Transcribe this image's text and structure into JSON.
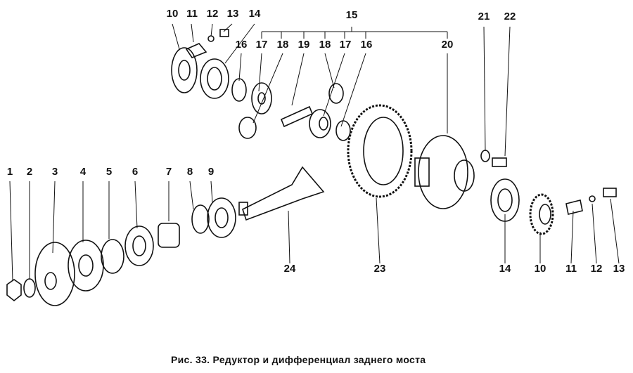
{
  "caption": "Рис. 33. Редуктор и дифференциал заднего моста",
  "labels": {
    "top": [
      "10",
      "11",
      "12",
      "13",
      "14",
      "15",
      "16",
      "17",
      "18",
      "19",
      "18",
      "17",
      "16",
      "20",
      "21",
      "22"
    ],
    "left": [
      "1",
      "2",
      "3",
      "4",
      "5",
      "6",
      "7",
      "8",
      "9"
    ],
    "bottom": [
      "24",
      "23",
      "14",
      "10",
      "11",
      "12",
      "13"
    ]
  }
}
